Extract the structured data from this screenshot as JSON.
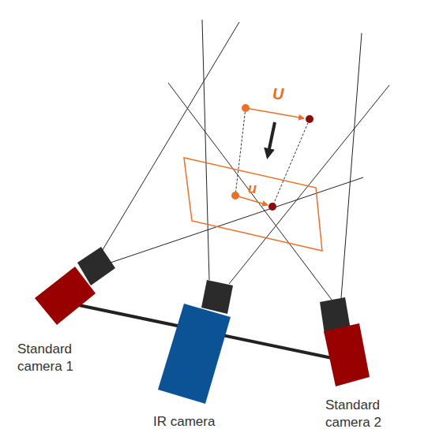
{
  "diagram": {
    "labels": [
      "U",
      "u",
      "Standard camera 1",
      "IR camera",
      "Standard camera 2"
    ]
  }
}
